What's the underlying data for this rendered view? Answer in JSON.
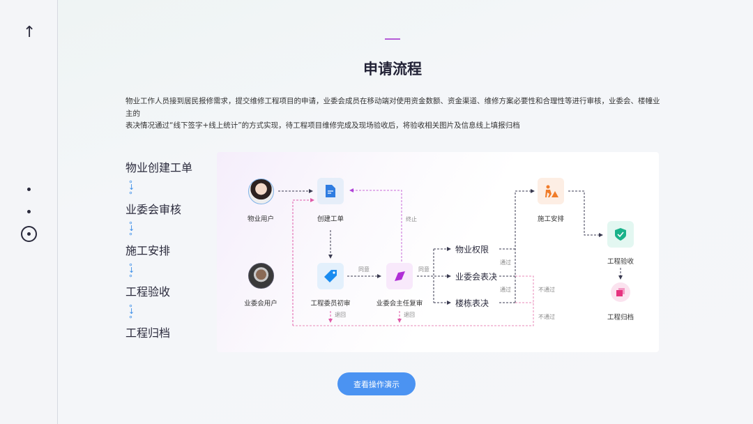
{
  "nav": {
    "up_icon": "↑"
  },
  "header": {
    "title": "申请流程",
    "description_line1": "物业工作人员接到居民报修需求，提交维修工程项目的申请，业委会成员在移动端对使用资金数额、资金渠道、维修方案必要性和合理性等进行审核，业委会、楼幢业主的",
    "description_line2": "表决情况通过“线下签字+线上统计”的方式实现，待工程项目维修完成及现场验收后，将验收相关图片及信息线上填报归档"
  },
  "steps": [
    "物业创建工单",
    "业委会审核",
    "施工安排",
    "工程验收",
    "工程归档"
  ],
  "diagram": {
    "user1": "物业用户",
    "user2": "业委会用户",
    "create": "创建工单",
    "first_review": "工程委员初审",
    "second_review": "业委会主任复审",
    "construction": "施工安排",
    "acceptance": "工程验收",
    "archive": "工程归档",
    "branches": [
      "物业权限",
      "业委会表决",
      "楼栋表决"
    ],
    "edge_labels": {
      "terminate": "终止",
      "agree1": "同意",
      "agree2": "同意",
      "pass1": "通过",
      "pass2": "通过",
      "fail1": "不通过",
      "fail2": "不通过",
      "return1": "退回",
      "return2": "退回"
    }
  },
  "button": {
    "label": "查看操作演示"
  },
  "colors": {
    "accent": "#b55bd6",
    "button": "#4b93f2",
    "pink_line": "#e05aa8",
    "dark_line": "#3a3a50"
  }
}
